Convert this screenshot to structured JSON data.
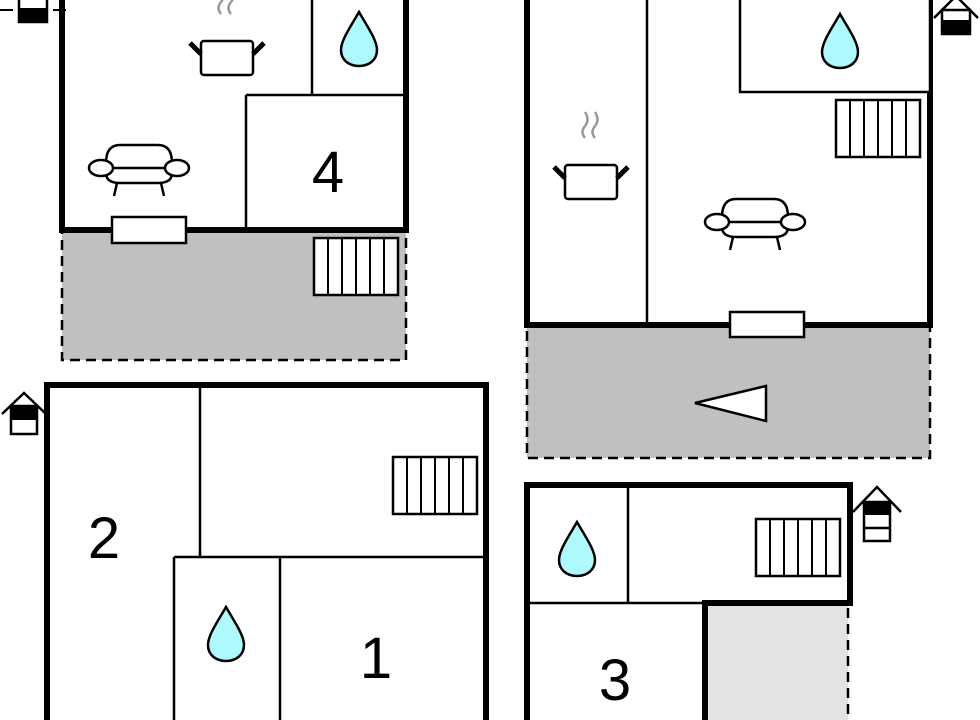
{
  "rooms": {
    "bedroom_4": "4",
    "bedroom_2": "2",
    "bedroom_1": "1",
    "bedroom_3": "3"
  },
  "colors": {
    "wall": "#000000",
    "water": "#aefaff",
    "terrace": "#c0c0c0",
    "garage": "#e3e3e3",
    "steam": "#999999"
  },
  "icons": [
    "floor-indicator-icon",
    "pot-icon",
    "sofa-icon",
    "water-drop-icon",
    "stairs-icon",
    "window-icon",
    "entrance-arrow-icon"
  ]
}
